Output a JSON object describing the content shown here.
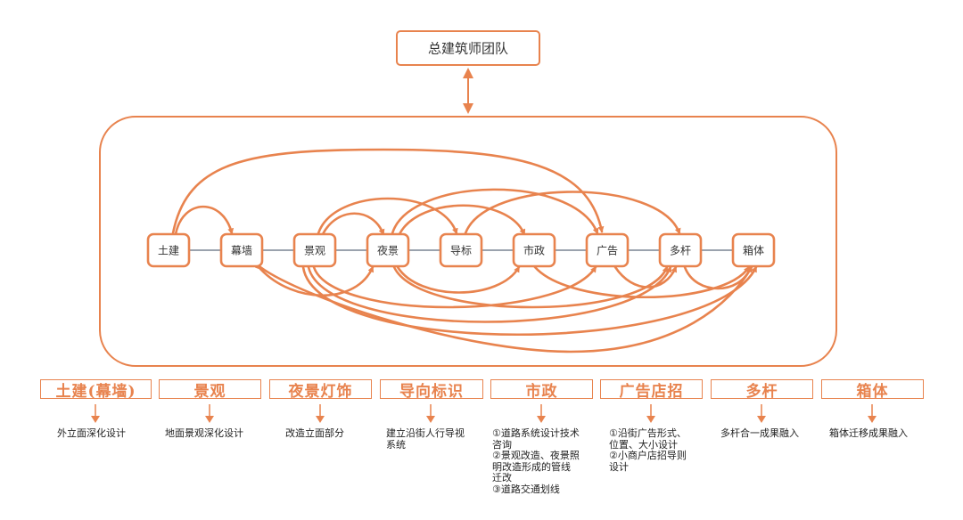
{
  "top_team": "总建筑师团队",
  "nodes": [
    "土建",
    "幕墙",
    "景观",
    "夜景",
    "导标",
    "市政",
    "广告",
    "多杆",
    "箱体"
  ],
  "headers": [
    "土建(幕墙)",
    "景观",
    "夜景灯饰",
    "导向标识",
    "市政",
    "广告店招",
    "多杆",
    "箱体"
  ],
  "descriptions": [
    [
      "外立面深化设计"
    ],
    [
      "地面景观深化设计"
    ],
    [
      "改造立面部分"
    ],
    [
      "建立沿街人行导视",
      "系统"
    ],
    [
      "①道路系统设计技术",
      "咨询",
      "②景观改造、夜景照",
      "明改造形成的管线",
      "迁改",
      "③道路交通划线"
    ],
    [
      "①沿街广告形式、",
      "位置、大小设计",
      "②小商户店招导则",
      "设计"
    ],
    [
      "多杆合一成果融入"
    ],
    [
      "箱体迁移成果融入"
    ]
  ],
  "colors": {
    "accent": "#E8834E",
    "link": "#9BA3AE",
    "text": "#333333"
  },
  "icons": [
    "double-arrow-icon",
    "arrow-icon",
    "down-arrow-icon"
  ]
}
